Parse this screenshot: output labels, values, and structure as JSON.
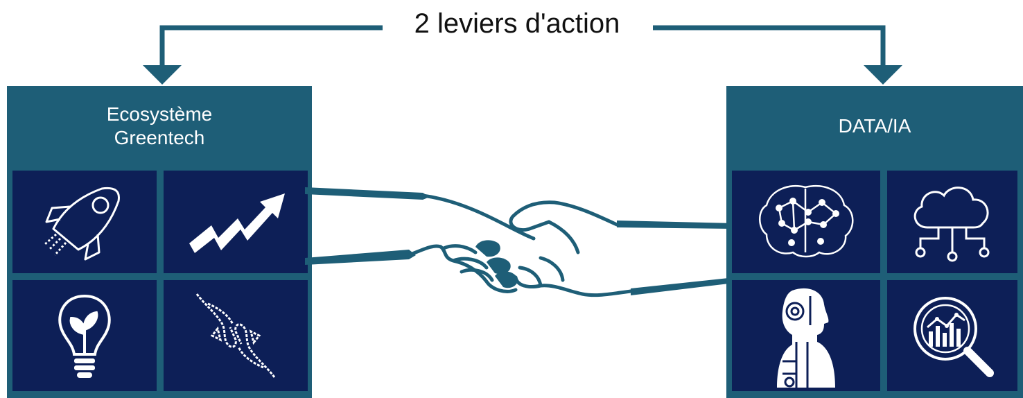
{
  "title": "2 leviers d'action",
  "colors": {
    "panel_header": "#1e5e77",
    "tile_background": "#0d1f57",
    "connector": "#1e5e77",
    "icon": "#ffffff"
  },
  "left_panel": {
    "header_line1": "Ecosystème",
    "header_line2": "Greentech",
    "icons": [
      "rocket-icon",
      "growth-arrow-icon",
      "lightbulb-plant-icon",
      "hands-exchange-icon"
    ]
  },
  "right_panel": {
    "header": "DATA/IA",
    "icons": [
      "brain-network-icon",
      "cloud-network-icon",
      "robot-head-icon",
      "magnifier-analytics-icon"
    ]
  },
  "center_icon": "handshake-icon"
}
